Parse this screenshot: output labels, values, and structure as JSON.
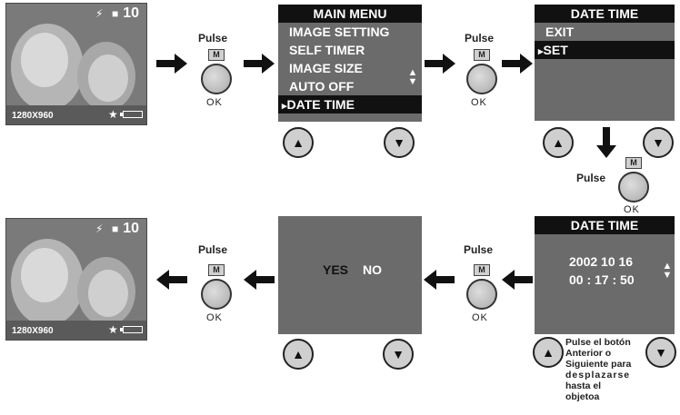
{
  "preview": {
    "count": "10",
    "resolution": "1280X960",
    "icons": [
      "flash-off-icon",
      "camera-icon",
      "star-icon",
      "battery-icon"
    ]
  },
  "pulse_label": "Pulse",
  "m_key": "M",
  "ok_label": "OK",
  "main_menu": {
    "title": "MAIN MENU",
    "items": [
      "IMAGE SETTING",
      "SELF TIMER",
      "IMAGE SIZE",
      "AUTO OFF",
      "DATE TIME"
    ],
    "selected_index": 4
  },
  "date_time_menu": {
    "title": "DATE TIME",
    "items": [
      "EXIT",
      "SET"
    ],
    "selected_index": 1
  },
  "date_time_edit": {
    "title": "DATE TIME",
    "date": "2002 10 16",
    "time": "00 : 17 : 50"
  },
  "confirm": {
    "yes": "YES",
    "no": "NO"
  },
  "note": {
    "lines": [
      "Pulse el botón",
      "Anterior o",
      "Siguiente para",
      "desplazarse",
      "hasta el",
      "objetoa"
    ]
  }
}
